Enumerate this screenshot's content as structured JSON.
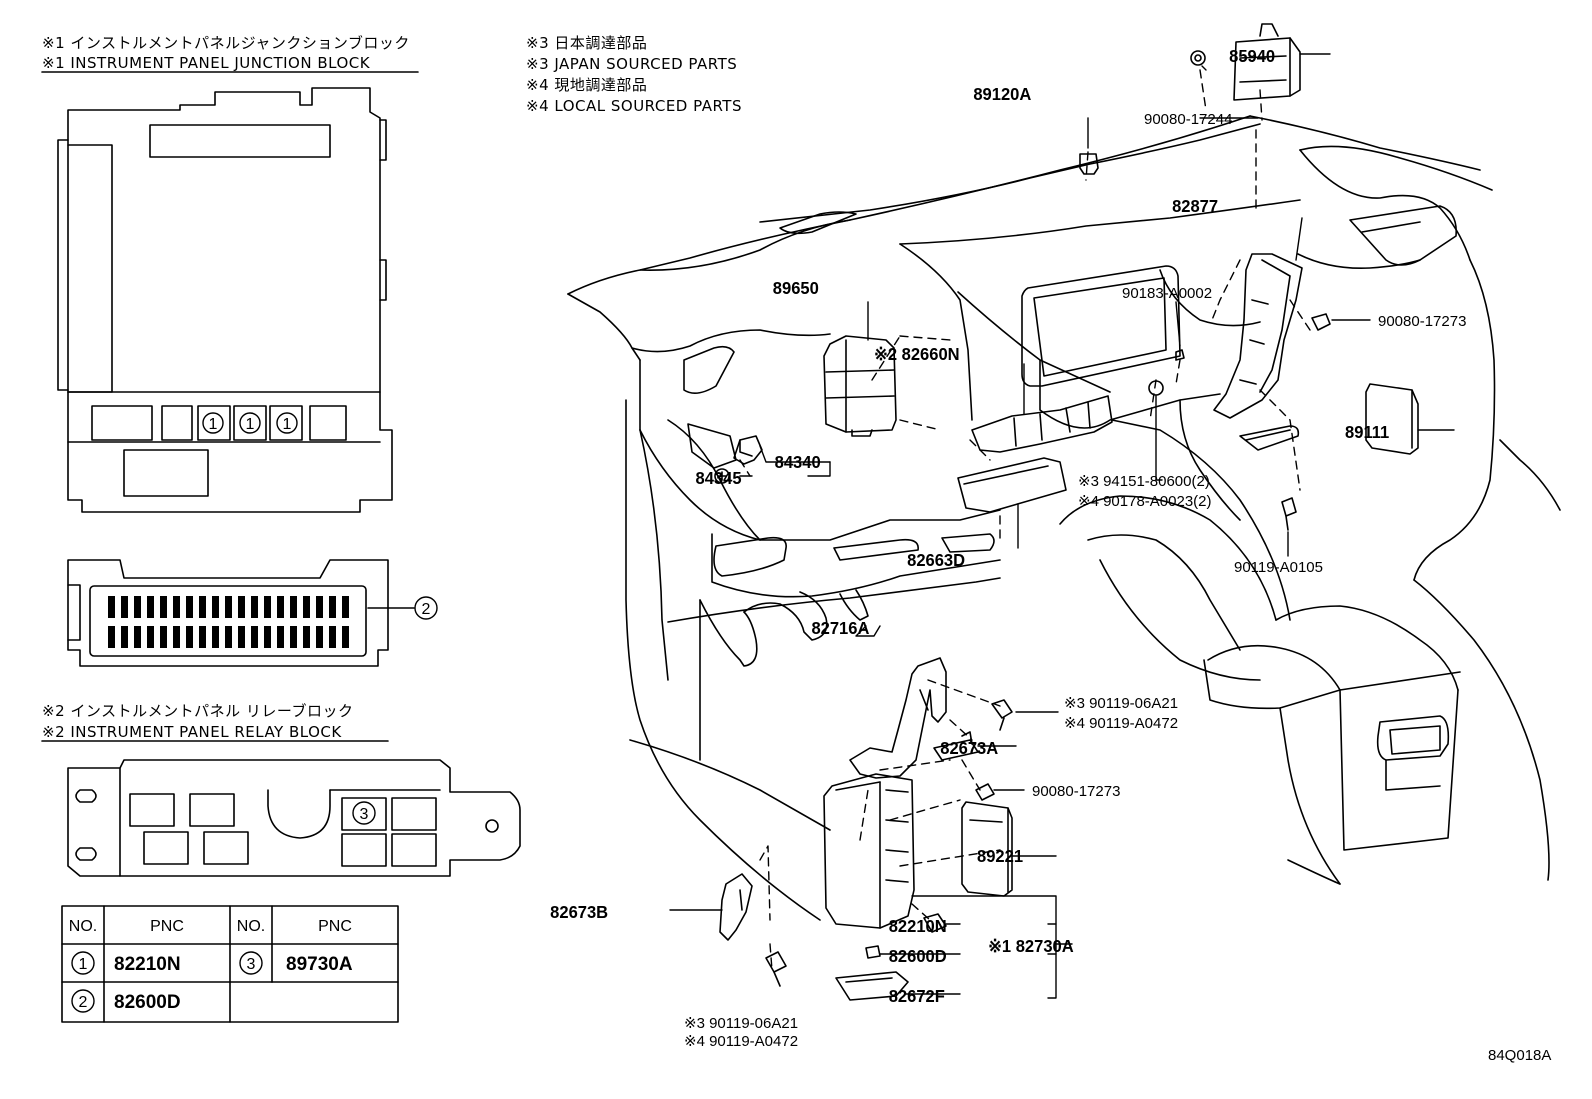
{
  "notes": {
    "n1_jp": "※1 インストルメントパネルジャンクションブロック",
    "n1_en": "※1 INSTRUMENT PANEL JUNCTION BLOCK",
    "n2_jp": "※2 インストルメントパネル リレーブロック",
    "n2_en": "※2 INSTRUMENT PANEL RELAY BLOCK",
    "n3_jp": "※3 日本調達部品",
    "n3_en": "※3 JAPAN SOURCED PARTS",
    "n4_jp": "※4 現地調達部品",
    "n4_en": "※4 LOCAL SOURCED PARTS"
  },
  "markers": {
    "one": "1",
    "two": "2",
    "three": "3"
  },
  "parts": {
    "p85940": "85940",
    "p89120A": "89120A",
    "p90080_17244": "90080-17244",
    "p82877": "82877",
    "p89650": "89650",
    "p90183": "90183-A0002",
    "p90080_17273a": "90080-17273",
    "p82660N": "※2 82660N",
    "p89111": "89111",
    "p84340": "84340",
    "p84345": "84345",
    "p94151": "※3 94151-80600(2)",
    "p90178": "※4 90178-A0023(2)",
    "p90119_A0105": "90119-A0105",
    "p82663D": "82663D",
    "p82716A": "82716A",
    "p90119_06A21": "※3 90119-06A21",
    "p90119_A0472": "※4 90119-A0472",
    "p82673A": "82673A",
    "p90080_17273b": "90080-17273",
    "p89221": "89221",
    "p82673B": "82673B",
    "p82210N": "82210N",
    "p82600D": "82600D",
    "p82730A": "※1 82730A",
    "p82672F": "82672F",
    "p90119_06A21b": "※3 90119-06A21",
    "p90119_A0472b": "※4 90119-A0472"
  },
  "table": {
    "headers": [
      "NO.",
      "PNC",
      "NO.",
      "PNC"
    ],
    "rows": [
      {
        "no": "1",
        "pnc": "82210N",
        "no2": "3",
        "pnc2": "89730A"
      },
      {
        "no": "2",
        "pnc": "82600D"
      }
    ]
  },
  "footer": {
    "code": "84Q018A"
  }
}
